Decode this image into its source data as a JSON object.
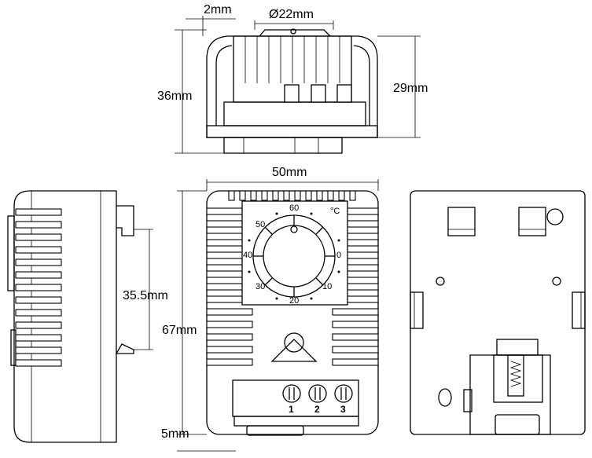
{
  "dimensions": {
    "top_offset": "2mm",
    "top_diameter": "Ø22mm",
    "top_height_left": "36mm",
    "top_height_right": "29mm",
    "front_width": "50mm",
    "front_height": "67mm",
    "side_rail_spacing": "35.5mm",
    "front_bottom_offset": "5mm"
  },
  "dial": {
    "unit": "°C",
    "scale": [
      "0",
      "10",
      "20",
      "30",
      "40",
      "50",
      "60"
    ]
  },
  "terminals": [
    "1",
    "2",
    "3"
  ]
}
